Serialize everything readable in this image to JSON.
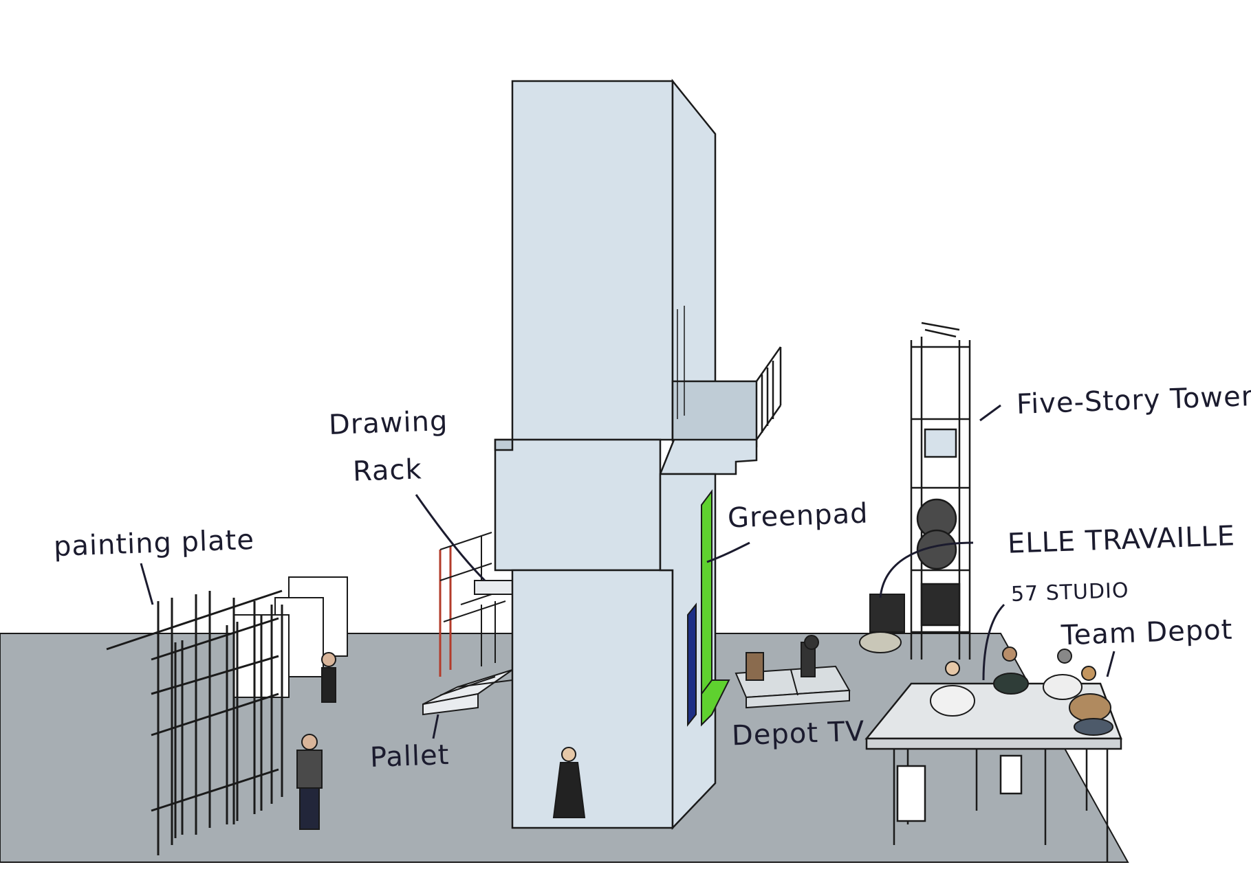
{
  "labels": {
    "painting_plate": "painting plate",
    "drawing_rack_line1": "Drawing",
    "drawing_rack_line2": "Rack",
    "pallet": "Pallet",
    "greenpad": "Greenpad",
    "depot_tv": "Depot TV",
    "five_story_tower": "Five-Story Tower",
    "elle_travaille": "ELLE TRAVAILLE",
    "studio57": "57 STUDIO",
    "team_depot": "Team Depot"
  },
  "colors": {
    "floor": "#a7aeb3",
    "block": "#d6e1ea",
    "block_shade": "#bfccd6",
    "greenpad": "#5fd12f",
    "blue_panel": "#1d2f86",
    "outline": "#1a1a1a",
    "red_frame": "#b33b2a",
    "platform": "#e3e6e8",
    "ink": "#1b1b2e"
  }
}
